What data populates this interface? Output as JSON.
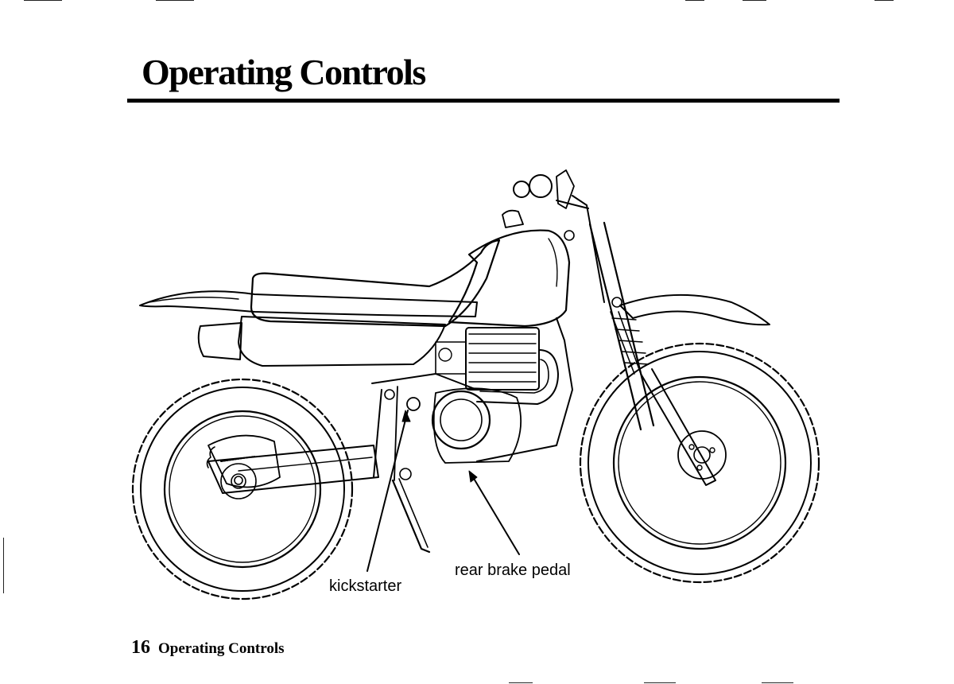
{
  "header": {
    "title": "Operating Controls"
  },
  "diagram": {
    "callouts": [
      {
        "id": "kickstarter",
        "label": "kickstarter"
      },
      {
        "id": "rear-brake-pedal",
        "label": "rear brake pedal"
      }
    ]
  },
  "footer": {
    "page_number": "16",
    "section": "Operating Controls"
  }
}
